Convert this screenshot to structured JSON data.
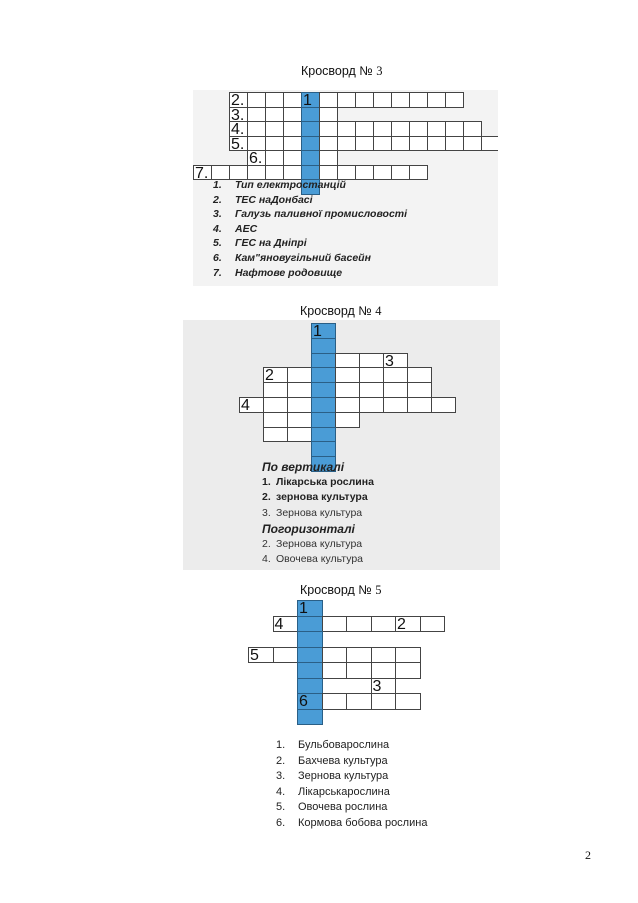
{
  "crosswords": [
    {
      "title_text": "Кросворд № ",
      "title_num": "3",
      "clues": [
        {
          "k": "1.",
          "t": "Тип електростанцій"
        },
        {
          "k": "2.",
          "t": "ТЕС наДонбасі"
        },
        {
          "k": "3.",
          "t": "Галузь паливної промисловості"
        },
        {
          "k": "4.",
          "t": "АЕС"
        },
        {
          "k": "5.",
          "t": "ГЕС на Дніпрі"
        },
        {
          "k": "6.",
          "t": "Кам\"яновугільний басейн"
        },
        {
          "k": "7.",
          "t": "Нафтове родовище"
        }
      ],
      "cell_numbers": [
        "1",
        "2.",
        "3.",
        "4.",
        "5.",
        "6.",
        "7."
      ]
    },
    {
      "title_text": "Кросворд № ",
      "title_num": "4",
      "clues": [
        {
          "k": "",
          "t": "По вертикалі",
          "style": "head"
        },
        {
          "k": "1.",
          "t": "Лікарська рослина",
          "style": "bold"
        },
        {
          "k": "2.",
          "t": "зернова культура",
          "style": "bold"
        },
        {
          "k": "3.",
          "t": "Зернова культура",
          "style": "plain"
        },
        {
          "k": "",
          "t": "Погоризонталі",
          "style": "head"
        },
        {
          "k": "2.",
          "t": "Зернова культура",
          "style": "plain"
        },
        {
          "k": "4.",
          "t": "Овочева культура",
          "style": "plain"
        }
      ],
      "cell_numbers": [
        "1",
        "3",
        "2",
        "4"
      ]
    },
    {
      "title_text": "Кросворд № ",
      "title_num": "5",
      "clues": [
        {
          "k": "1.",
          "t": "Бульбоварослина"
        },
        {
          "k": "2.",
          "t": "Бахчева культура"
        },
        {
          "k": "3.",
          "t": "Зернова культура"
        },
        {
          "k": "4.",
          "t": "Лікарськарослина"
        },
        {
          "k": "5.",
          "t": "Овочева рослина"
        },
        {
          "k": "6.",
          "t": "Кормова бобова рослина"
        }
      ],
      "cell_numbers": [
        "1",
        "4",
        "2",
        "5",
        "3",
        "6"
      ]
    }
  ],
  "page_number": "2",
  "colors": {
    "key_column": "#4a9cd6",
    "key_border": "#2a5f86"
  }
}
